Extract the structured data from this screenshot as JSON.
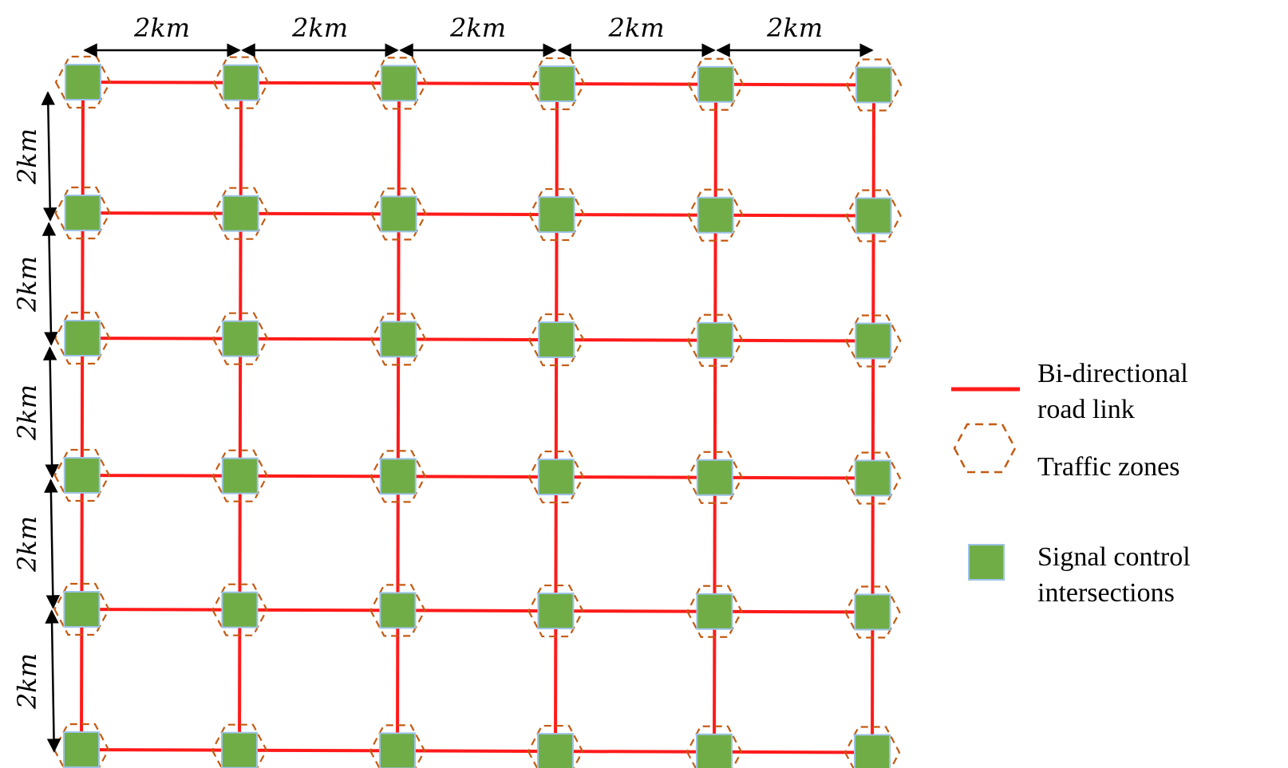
{
  "colors": {
    "road": "#ff1a1a",
    "zone": "#c55a11",
    "intersection_fill": "#70ad47",
    "intersection_stroke": "#9dc3e6",
    "arrow": "#000000"
  },
  "grid": {
    "columns": 6,
    "rows": 6,
    "spacing_label": "2km"
  },
  "dimensions": {
    "top": [
      "2km",
      "2km",
      "2km",
      "2km",
      "2km"
    ],
    "left": [
      "2km",
      "2km",
      "2km",
      "2km",
      "2km"
    ]
  },
  "legend": {
    "road_link": [
      "Bi-directional",
      "road link"
    ],
    "traffic_zones": [
      "Traffic zones"
    ],
    "signal_control": [
      "Signal control",
      "intersections"
    ]
  }
}
